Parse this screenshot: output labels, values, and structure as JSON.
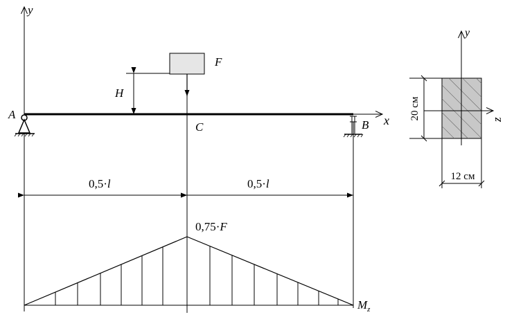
{
  "labels": {
    "axis_y": "y",
    "axis_x": "x",
    "point_a": "A",
    "point_b": "B",
    "point_c": "C",
    "height": "H",
    "force": "F",
    "span_left": "0,5·",
    "span_right": "0,5·",
    "span_symbol": "l",
    "moment_peak_value": "0,75·",
    "moment_peak_symbol": "F",
    "moment_symbol": "M",
    "moment_subscript": "z"
  },
  "section": {
    "axis_y": "y",
    "axis_z": "z",
    "height_dim": "20 см",
    "width_dim": "12 см"
  },
  "colors": {
    "line": "#000000",
    "weight_fill": "#e6e6e6",
    "section_fill": "#c8c8c8"
  }
}
